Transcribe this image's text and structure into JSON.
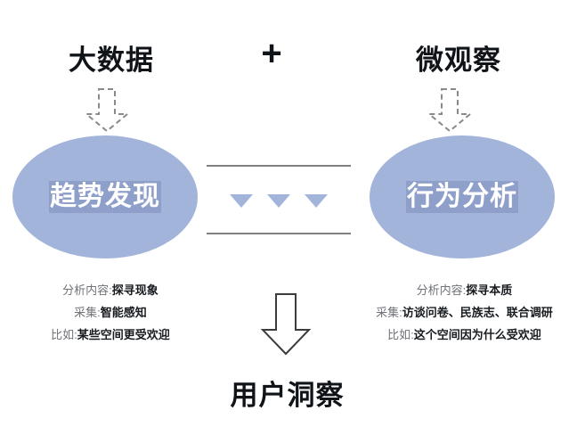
{
  "headings": {
    "left": "大数据",
    "plus": "+",
    "right": "微观察"
  },
  "ellipses": {
    "left_label": "趋势发现",
    "right_label": "行为分析"
  },
  "details": {
    "left": [
      {
        "key": "分析内容:",
        "value": "探寻现象"
      },
      {
        "key": "采集:",
        "value": "智能感知"
      },
      {
        "key": "比如:",
        "value": "某些空间更受欢迎"
      }
    ],
    "right": [
      {
        "key": "分析内容:",
        "value": "探寻本质"
      },
      {
        "key": "采集:",
        "value": "访谈问卷、民族志、联合调研"
      },
      {
        "key": "比如:",
        "value": "这个空间因为什么受欢迎"
      }
    ]
  },
  "footer": {
    "title": "用户洞察"
  },
  "icons": {
    "dashed_arrow_down": "dashed-arrow-down-icon",
    "block_arrow_down": "block-arrow-down-icon",
    "triangle_down": "triangle-down-icon"
  },
  "colors": {
    "ellipse_fill": "#a3b4db",
    "label_highlight": "#8e9fca",
    "line_gray": "#808080",
    "text_dark": "#101418",
    "text_muted": "#6f7277",
    "background": "#ffffff"
  }
}
